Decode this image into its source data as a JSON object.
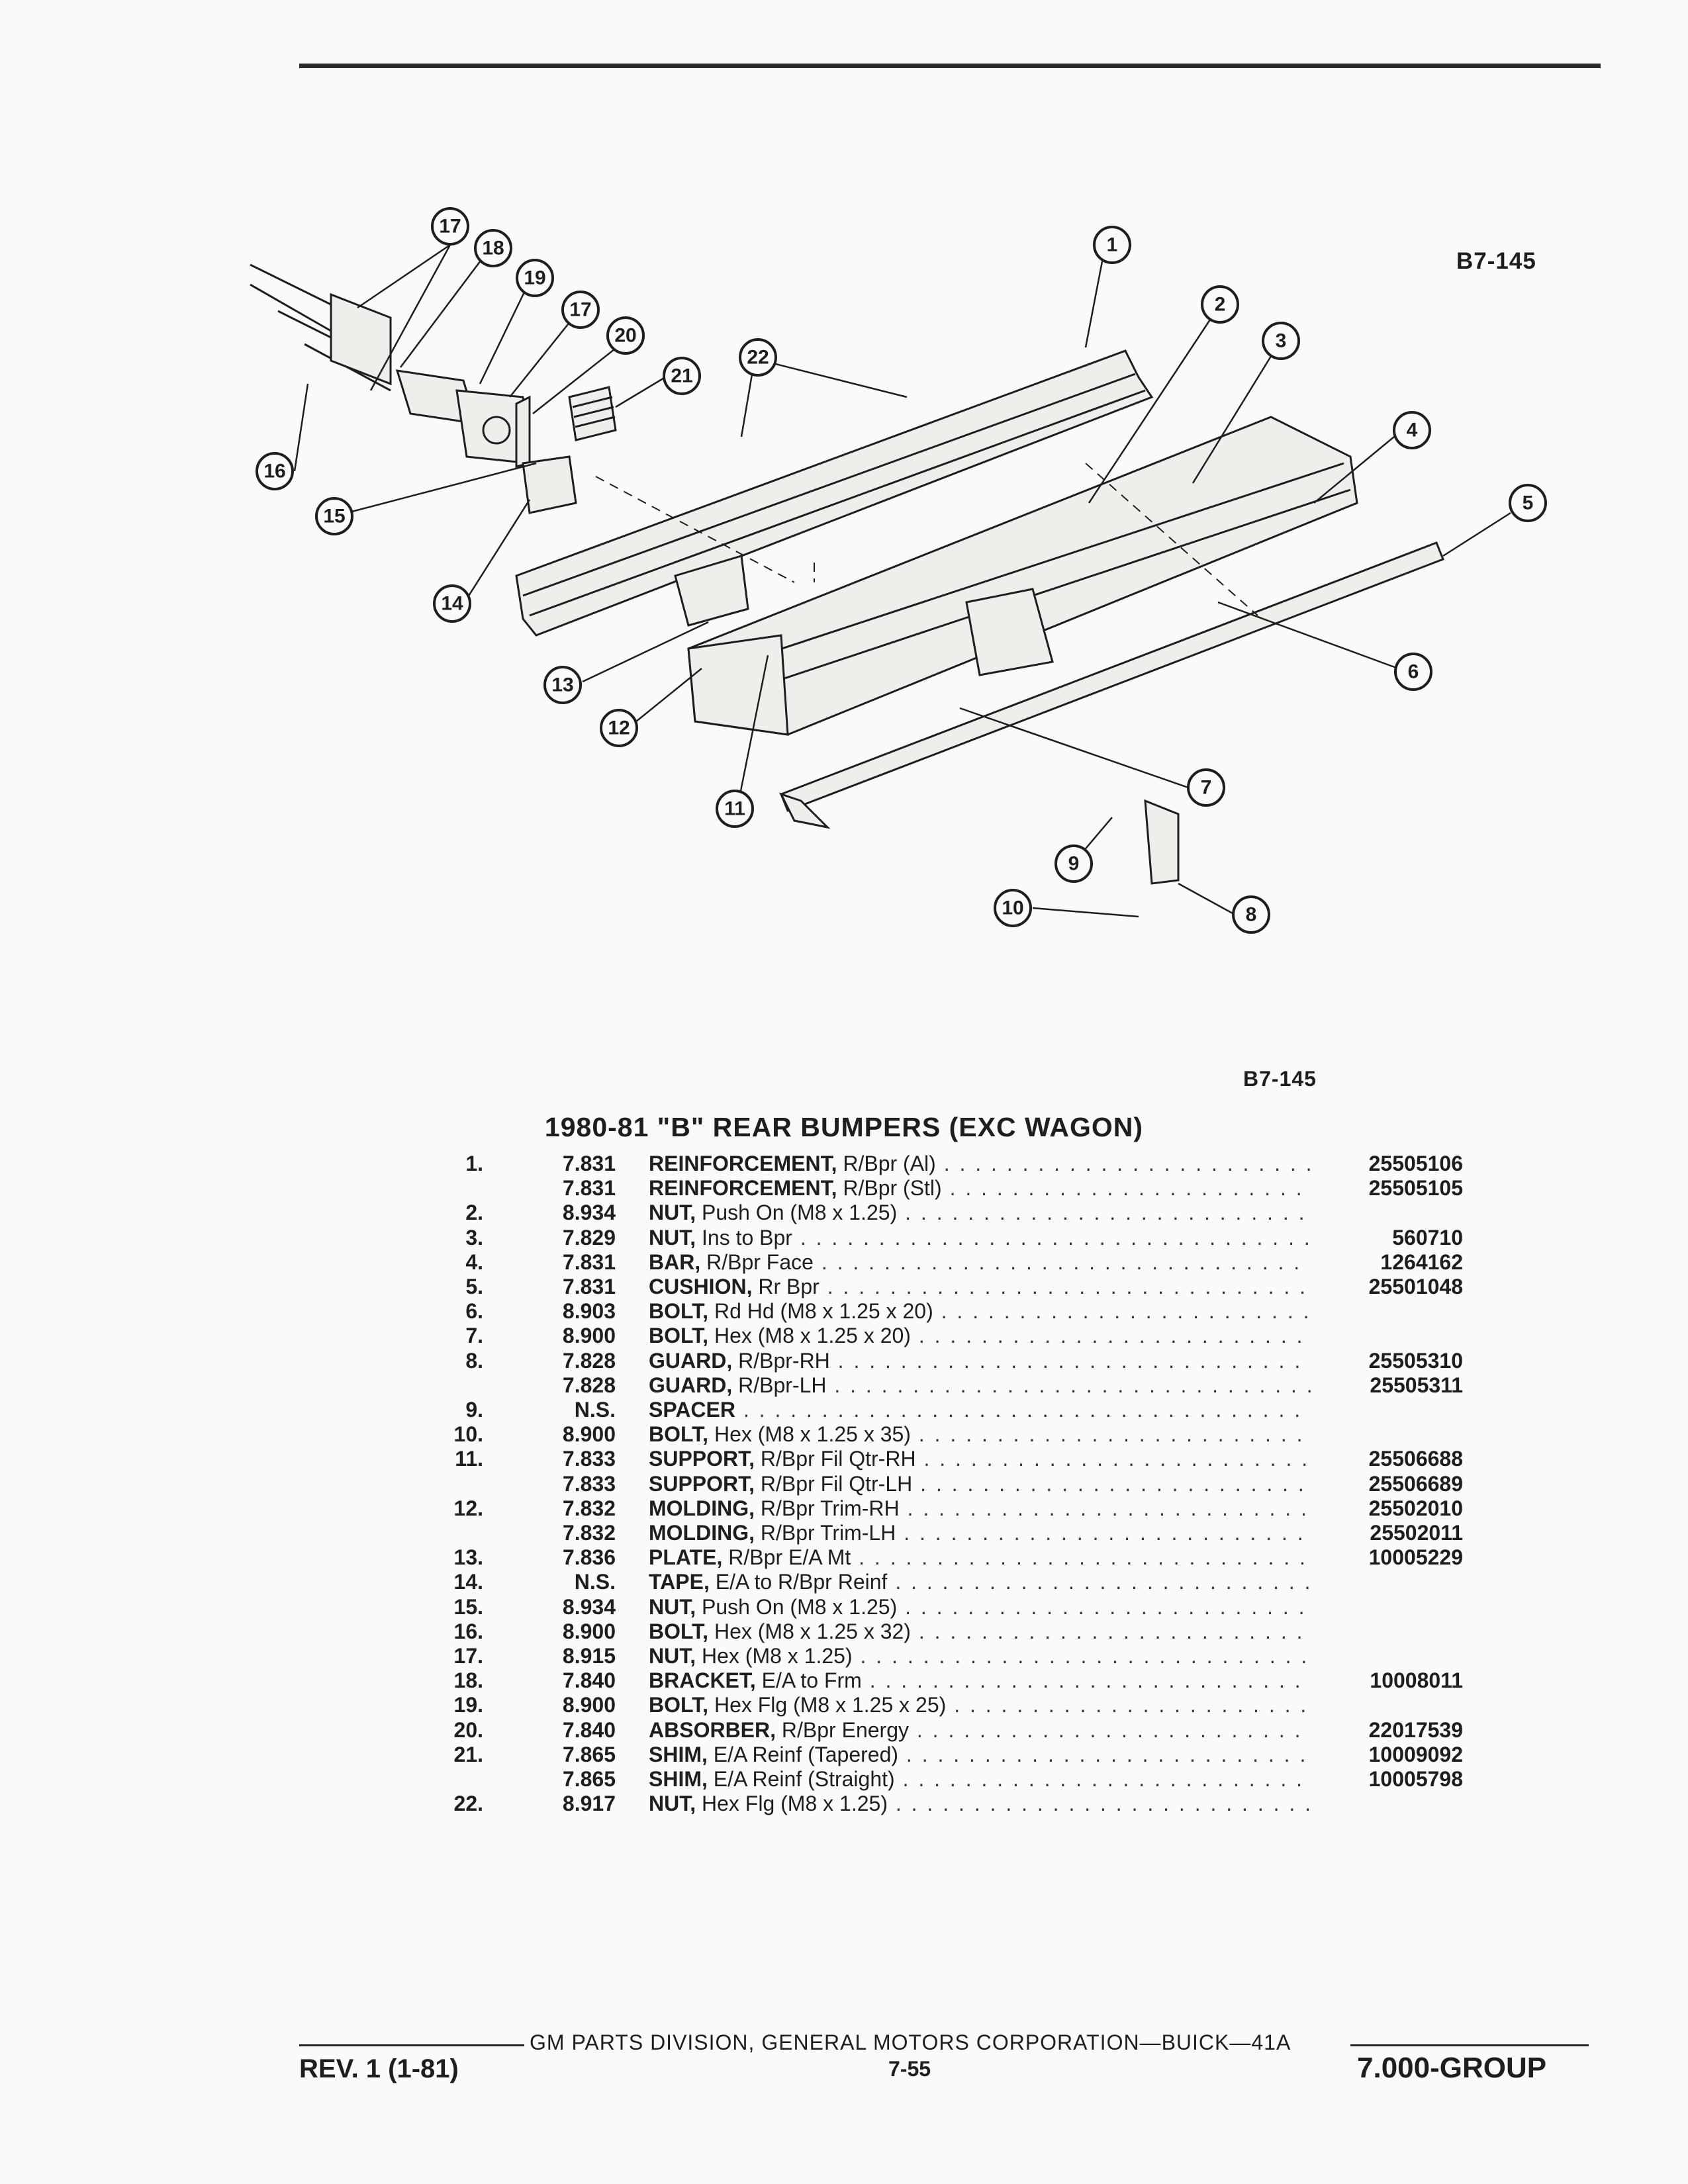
{
  "figure_code": "B7-145",
  "list_title": "1980-81 \"B\" REAR BUMPERS (EXC WAGON)",
  "callouts": [
    "1",
    "2",
    "3",
    "4",
    "5",
    "6",
    "7",
    "8",
    "9",
    "10",
    "11",
    "12",
    "13",
    "14",
    "15",
    "16",
    "17",
    "18",
    "19",
    "20",
    "21",
    "22"
  ],
  "parts": [
    {
      "item": "1.",
      "group": "7.831",
      "name": "REINFORCEMENT,",
      "detail": " R/Bpr (Al)",
      "part_no": "25505106"
    },
    {
      "item": "",
      "group": "7.831",
      "name": "REINFORCEMENT,",
      "detail": " R/Bpr (Stl)",
      "part_no": "25505105"
    },
    {
      "item": "2.",
      "group": "8.934",
      "name": "NUT,",
      "detail": " Push On (M8 x 1.25)",
      "part_no": ""
    },
    {
      "item": "3.",
      "group": "7.829",
      "name": "NUT,",
      "detail": " Ins to Bpr",
      "part_no": "560710"
    },
    {
      "item": "4.",
      "group": "7.831",
      "name": "BAR,",
      "detail": " R/Bpr Face",
      "part_no": "1264162"
    },
    {
      "item": "5.",
      "group": "7.831",
      "name": "CUSHION,",
      "detail": " Rr Bpr",
      "part_no": "25501048"
    },
    {
      "item": "6.",
      "group": "8.903",
      "name": "BOLT,",
      "detail": " Rd Hd (M8 x 1.25 x 20)",
      "part_no": ""
    },
    {
      "item": "7.",
      "group": "8.900",
      "name": "BOLT,",
      "detail": " Hex (M8 x 1.25 x 20)",
      "part_no": ""
    },
    {
      "item": "8.",
      "group": "7.828",
      "name": "GUARD,",
      "detail": " R/Bpr-RH",
      "part_no": "25505310"
    },
    {
      "item": "",
      "group": "7.828",
      "name": "GUARD,",
      "detail": " R/Bpr-LH",
      "part_no": "25505311"
    },
    {
      "item": "9.",
      "group": "N.S.",
      "name": "SPACER",
      "detail": "",
      "part_no": ""
    },
    {
      "item": "10.",
      "group": "8.900",
      "name": "BOLT,",
      "detail": " Hex (M8 x 1.25 x 35)",
      "part_no": ""
    },
    {
      "item": "11.",
      "group": "7.833",
      "name": "SUPPORT,",
      "detail": " R/Bpr Fil Qtr-RH",
      "part_no": "25506688"
    },
    {
      "item": "",
      "group": "7.833",
      "name": "SUPPORT,",
      "detail": " R/Bpr Fil Qtr-LH",
      "part_no": "25506689"
    },
    {
      "item": "12.",
      "group": "7.832",
      "name": "MOLDING,",
      "detail": " R/Bpr Trim-RH",
      "part_no": "25502010"
    },
    {
      "item": "",
      "group": "7.832",
      "name": "MOLDING,",
      "detail": " R/Bpr Trim-LH",
      "part_no": "25502011"
    },
    {
      "item": "13.",
      "group": "7.836",
      "name": "PLATE,",
      "detail": " R/Bpr E/A Mt",
      "part_no": "10005229"
    },
    {
      "item": "14.",
      "group": "N.S.",
      "name": "TAPE,",
      "detail": " E/A to R/Bpr Reinf",
      "part_no": ""
    },
    {
      "item": "15.",
      "group": "8.934",
      "name": "NUT,",
      "detail": " Push On (M8 x 1.25)",
      "part_no": ""
    },
    {
      "item": "16.",
      "group": "8.900",
      "name": "BOLT,",
      "detail": " Hex (M8 x 1.25 x 32)",
      "part_no": ""
    },
    {
      "item": "17.",
      "group": "8.915",
      "name": "NUT,",
      "detail": " Hex (M8 x 1.25)",
      "part_no": ""
    },
    {
      "item": "18.",
      "group": "7.840",
      "name": "BRACKET,",
      "detail": " E/A to Frm",
      "part_no": "10008011"
    },
    {
      "item": "19.",
      "group": "8.900",
      "name": "BOLT,",
      "detail": " Hex Flg (M8 x 1.25 x 25)",
      "part_no": ""
    },
    {
      "item": "20.",
      "group": "7.840",
      "name": "ABSORBER,",
      "detail": " R/Bpr Energy",
      "part_no": "22017539"
    },
    {
      "item": "21.",
      "group": "7.865",
      "name": "SHIM,",
      "detail": " E/A Reinf (Tapered)",
      "part_no": "10009092"
    },
    {
      "item": "",
      "group": "7.865",
      "name": "SHIM,",
      "detail": " E/A Reinf (Straight)",
      "part_no": "10005798"
    },
    {
      "item": "22.",
      "group": "8.917",
      "name": "NUT,",
      "detail": " Hex Flg (M8 x 1.25)",
      "part_no": ""
    }
  ],
  "footer": {
    "center": "GM PARTS DIVISION, GENERAL MOTORS CORPORATION—BUICK—41A",
    "rev": "REV. 1 (1-81)",
    "page": "7-55",
    "group": "7.000-GROUP"
  }
}
